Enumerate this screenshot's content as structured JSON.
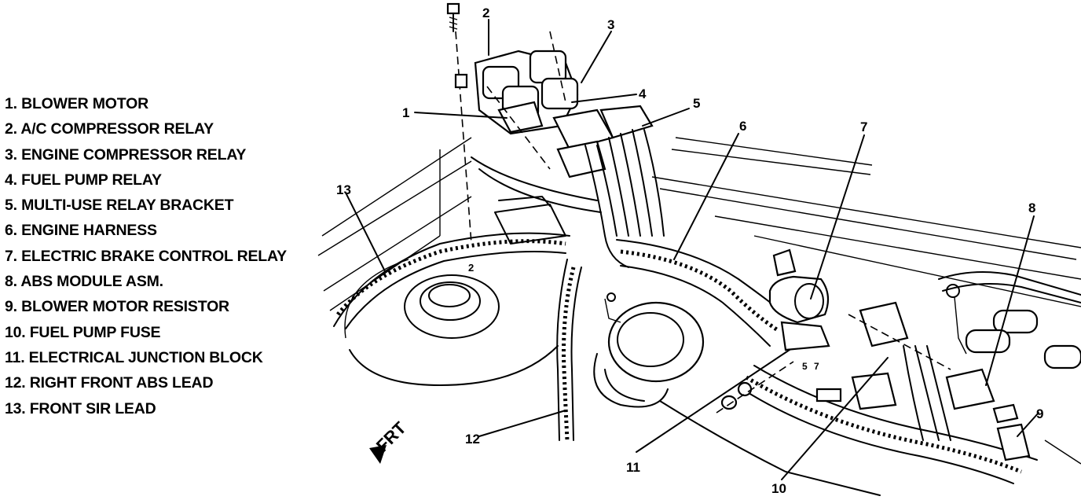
{
  "legend": [
    "1. BLOWER MOTOR",
    "2. A/C COMPRESSOR RELAY",
    "3. ENGINE COMPRESSOR RELAY",
    "4. FUEL PUMP RELAY",
    "5. MULTI-USE RELAY BRACKET",
    "6. ENGINE HARNESS",
    "7. ELECTRIC BRAKE CONTROL RELAY",
    "8. ABS MODULE ASM.",
    "9. BLOWER MOTOR RESISTOR",
    "10. FUEL PUMP FUSE",
    "11. ELECTRICAL JUNCTION BLOCK",
    "12. RIGHT FRONT ABS LEAD",
    "13. FRONT SIR LEAD"
  ],
  "callouts": [
    "1",
    "2",
    "3",
    "4",
    "5",
    "6",
    "7",
    "8",
    "9",
    "10",
    "11",
    "12",
    "13"
  ],
  "stray_labels": [
    "2",
    "5",
    "7"
  ],
  "direction_label": "FRT",
  "colors": {
    "ink": "#000000",
    "paper": "#ffffff"
  },
  "icons": {
    "direction": "front-arrow-icon",
    "bolt": "bolt-icon",
    "nut": "nut-icon"
  }
}
